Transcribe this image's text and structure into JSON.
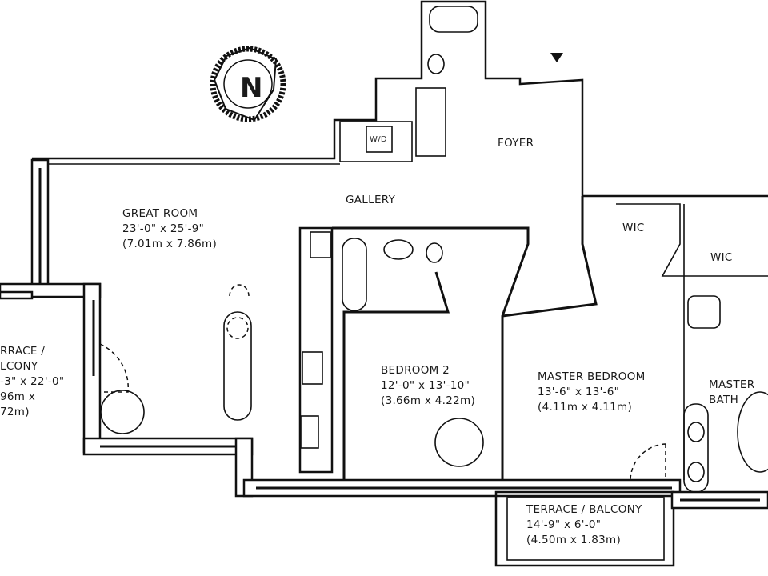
{
  "compass": {
    "letter": "N"
  },
  "rooms": {
    "great_room": {
      "name": "GREAT ROOM",
      "imperial": "23'-0\" x 25'-9\"",
      "metric": "(7.01m x 7.86m)"
    },
    "terrace_left": {
      "name": "RRACE /",
      "line2": "LCONY",
      "imperial": "-3\" x 22'-0\"",
      "metric1": "96m x",
      "metric2": "72m)"
    },
    "foyer": {
      "name": "FOYER"
    },
    "gallery": {
      "name": "GALLERY"
    },
    "wd": {
      "name": "W/D"
    },
    "wic1": {
      "name": "WIC"
    },
    "wic2": {
      "name": "WIC"
    },
    "bedroom2": {
      "name": "BEDROOM 2",
      "imperial": "12'-0\" x 13'-10\"",
      "metric": "(3.66m x 4.22m)"
    },
    "master_bedroom": {
      "name": "MASTER BEDROOM",
      "imperial": "13'-6\" x 13'-6\"",
      "metric": "(4.11m x 4.11m)"
    },
    "master_bath": {
      "name": "MASTER",
      "line2": "BATH"
    },
    "terrace_balcony": {
      "name": "TERRACE / BALCONY",
      "imperial": "14'-9\" x 6'-0\"",
      "metric": "(4.50m x 1.83m)"
    }
  }
}
